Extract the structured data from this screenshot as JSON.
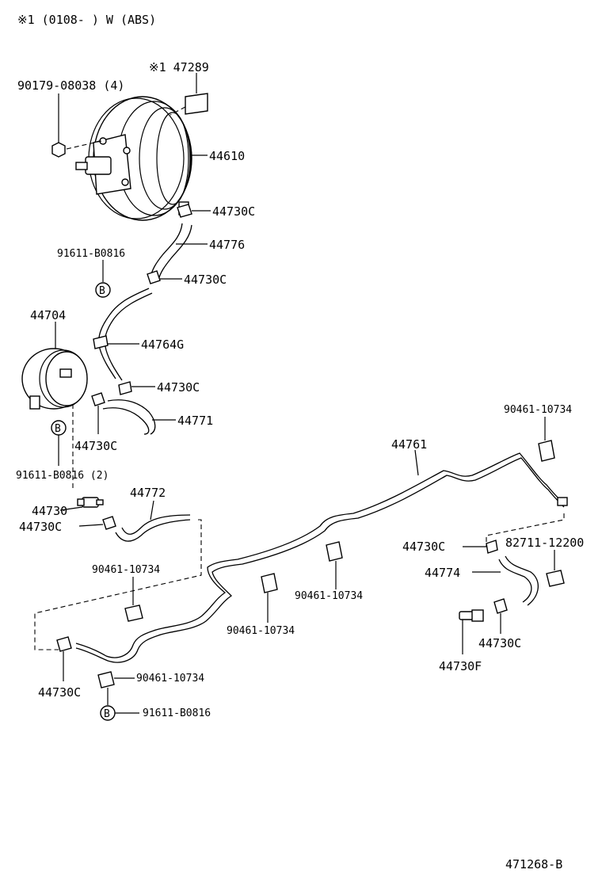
{
  "header": {
    "note": "※1 (0108-      ) W (ABS)"
  },
  "labels": {
    "nut_90179": "90179-08038 (4)",
    "plate_47289": "※1 47289",
    "booster_44610": "44610",
    "clip_top": "44730C",
    "hose_44776": "44776",
    "bolt_top": "91611-B0816",
    "clip_2": "44730C",
    "tank_44704": "44704",
    "pipe_44764G": "44764G",
    "clip_3": "44730C",
    "hose_44771": "44771",
    "clip_4": "44730C",
    "bolt_2": "91611-B0816 (2)",
    "valve_44730": "44730",
    "clip_5": "44730C",
    "hose_44772": "44772",
    "clamp_left": "90461-10734",
    "pipe_44761": "44761",
    "clamp_right": "90461-10734",
    "clip_right": "44730C",
    "clip_82711": "82711-12200",
    "hose_44774": "44774",
    "clamp_mid2": "90461-10734",
    "clamp_mid1": "90461-10734",
    "clip_right2": "44730C",
    "clip_44730F": "44730F",
    "clip_bottom_left": "44730C",
    "clamp_bottom": "90461-10734",
    "bolt_bottom": "91611-B0816",
    "marker_B": "B",
    "ref_code": "471268-B"
  }
}
